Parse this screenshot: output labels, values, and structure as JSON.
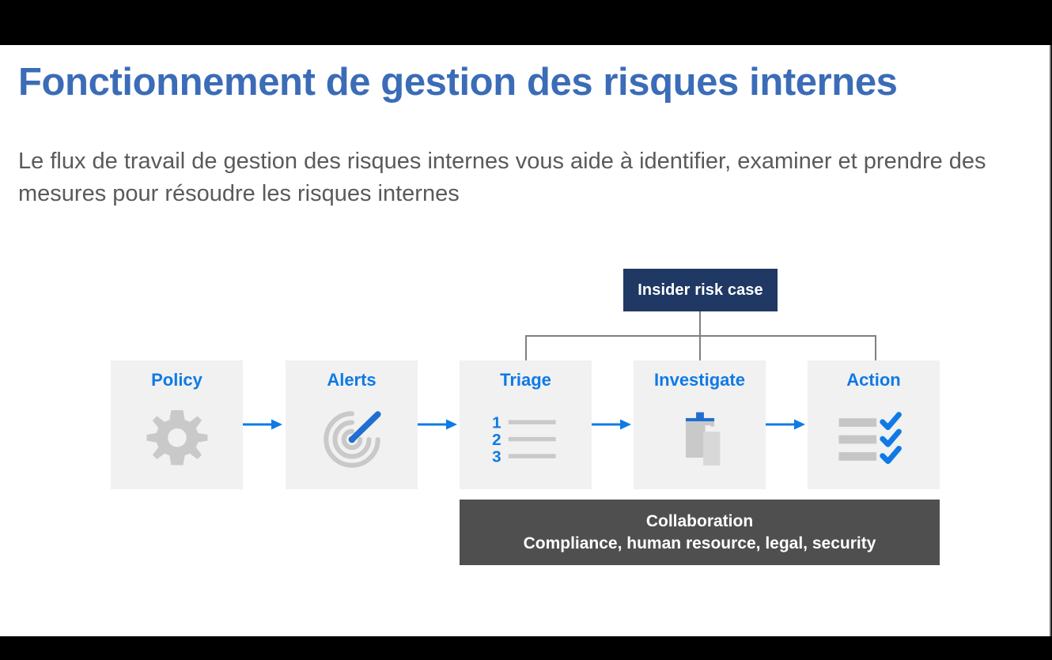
{
  "slide": {
    "title": "Fonctionnement de gestion des risques internes",
    "subtitle": "Le flux de travail de gestion des risques internes vous aide à identifier, examiner et prendre des mesures pour résoudre les risques internes",
    "title_color": "#3b6cb7",
    "subtitle_color": "#5a5a5a",
    "background_color": "#ffffff"
  },
  "diagram": {
    "case_box": {
      "label": "Insider risk case",
      "background_color": "#1f3864",
      "text_color": "#ffffff"
    },
    "connector_color": "#808080",
    "arrow_color": "#0f7ae5",
    "stage_background_color": "#f1f1f1",
    "stage_label_color": "#0f7ae5",
    "stages": [
      {
        "label": "Policy",
        "icon": "gear-icon"
      },
      {
        "label": "Alerts",
        "icon": "radar-alert-icon"
      },
      {
        "label": "Triage",
        "icon": "numbered-list-icon",
        "list_numbers": [
          "1",
          "2",
          "3"
        ]
      },
      {
        "label": "Investigate",
        "icon": "clipboard-documents-icon"
      },
      {
        "label": "Action",
        "icon": "checklist-icon"
      }
    ],
    "arrows": [
      {
        "name": "arrow-policy-to-alerts"
      },
      {
        "name": "arrow-alerts-to-triage"
      },
      {
        "name": "arrow-triage-to-investigate"
      },
      {
        "name": "arrow-investigate-to-action"
      }
    ],
    "collaboration": {
      "title": "Collaboration",
      "subtitle": "Compliance, human resource, legal, security",
      "background_color": "#4f4f4f",
      "text_color": "#ffffff"
    }
  }
}
